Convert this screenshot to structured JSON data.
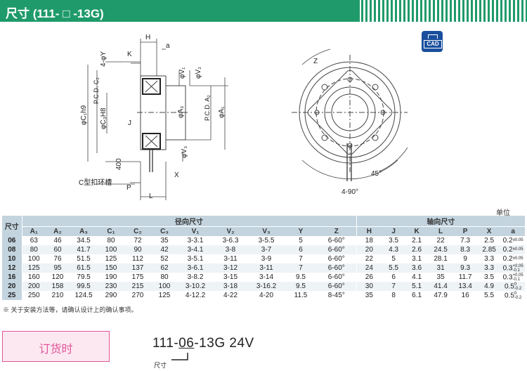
{
  "header": {
    "title": "尺寸 (111- □ -13G)",
    "brand_color": "#1f9a6a"
  },
  "cad_icon": {
    "label": "CAD",
    "name": "cad-download-icon",
    "color": "#1a4f9e"
  },
  "drawing": {
    "labels": {
      "H": "H",
      "a": "a",
      "Y": "4-φY",
      "K": "K",
      "V1": "φV₁",
      "V2": "φV₂",
      "PCD_C2": "P.C.D. C₂",
      "C1": "φC₁h9",
      "C3": "φC₃H8",
      "J": "J",
      "A3": "φA₃",
      "PCD_A2": "P.C.D. A₂",
      "A1": "φA₁",
      "V3": "φV₃",
      "X": "X",
      "dim400": "400",
      "P": "P",
      "L": "L",
      "groove": "C型扣环槽",
      "Z": "Z",
      "angle45": "45°",
      "holes": "4-90°"
    }
  },
  "unit": "单位 [mm]",
  "table": {
    "size_header": "尺寸",
    "radial_group": "径向尺寸",
    "axial_group": "轴向尺寸",
    "columns": [
      "A₁",
      "A₂",
      "A₃",
      "C₁",
      "C₂",
      "C₃",
      "V₁",
      "V₂",
      "V₃",
      "Y",
      "Z",
      "H",
      "J",
      "K",
      "L",
      "P",
      "X",
      "a"
    ],
    "rows": [
      {
        "size": "06",
        "vals": [
          "63",
          "46",
          "34.5",
          "80",
          "72",
          "35",
          "3-3.1",
          "3-6.3",
          "3-5.5",
          "5",
          "6-60°",
          "18",
          "3.5",
          "2.1",
          "22",
          "7.3",
          "2.5"
        ],
        "a": "0.2",
        "tol_up": "±0.05",
        "tol_dn": ""
      },
      {
        "size": "08",
        "vals": [
          "80",
          "60",
          "41.7",
          "100",
          "90",
          "42",
          "3-4.1",
          "3-8",
          "3-7",
          "6",
          "6-60°",
          "20",
          "4.3",
          "2.6",
          "24.5",
          "8.3",
          "2.85"
        ],
        "a": "0.2",
        "tol_up": "±0.05",
        "tol_dn": ""
      },
      {
        "size": "10",
        "vals": [
          "100",
          "76",
          "51.5",
          "125",
          "112",
          "52",
          "3-5.1",
          "3-11",
          "3-9",
          "7",
          "6-60°",
          "22",
          "5",
          "3.1",
          "28.1",
          "9",
          "3.3"
        ],
        "a": "0.2",
        "tol_up": "±0.05",
        "tol_dn": ""
      },
      {
        "size": "12",
        "vals": [
          "125",
          "95",
          "61.5",
          "150",
          "137",
          "62",
          "3-6.1",
          "3-12",
          "3-11",
          "7",
          "6-60°",
          "24",
          "5.5",
          "3.6",
          "31",
          "9.3",
          "3.3"
        ],
        "a": "0.3",
        "tol_up": "+0.05",
        "tol_dn": "-0.1"
      },
      {
        "size": "16",
        "vals": [
          "160",
          "120",
          "79.5",
          "190",
          "175",
          "80",
          "3-8.2",
          "3-15",
          "3-14",
          "9.5",
          "6-60°",
          "26",
          "6",
          "4.1",
          "35",
          "11.7",
          "3.5"
        ],
        "a": "0.3",
        "tol_up": "+0.05",
        "tol_dn": "-0.1"
      },
      {
        "size": "20",
        "vals": [
          "200",
          "158",
          "99.5",
          "230",
          "215",
          "100",
          "3-10.2",
          "3-18",
          "3-16.2",
          "9.5",
          "6-60°",
          "30",
          "7",
          "5.1",
          "41.4",
          "13.4",
          "4.9"
        ],
        "a": "0.5",
        "tol_up": "0",
        "tol_dn": "-0.2"
      },
      {
        "size": "25",
        "vals": [
          "250",
          "210",
          "124.5",
          "290",
          "270",
          "125",
          "4-12.2",
          "4-22",
          "4-20",
          "11.5",
          "8-45°",
          "35",
          "8",
          "6.1",
          "47.9",
          "16",
          "5.5"
        ],
        "a": "0.5",
        "tol_up": "0",
        "tol_dn": "-0.2"
      }
    ]
  },
  "note": "※ 关于安装方法等，请确认设计上的确认事项。",
  "order": {
    "label": "订货时",
    "code_prefix": "111-",
    "code_size": "06",
    "code_suffix": "-13G  24V",
    "size_label": "尺寸",
    "accent": "#e0559a"
  }
}
